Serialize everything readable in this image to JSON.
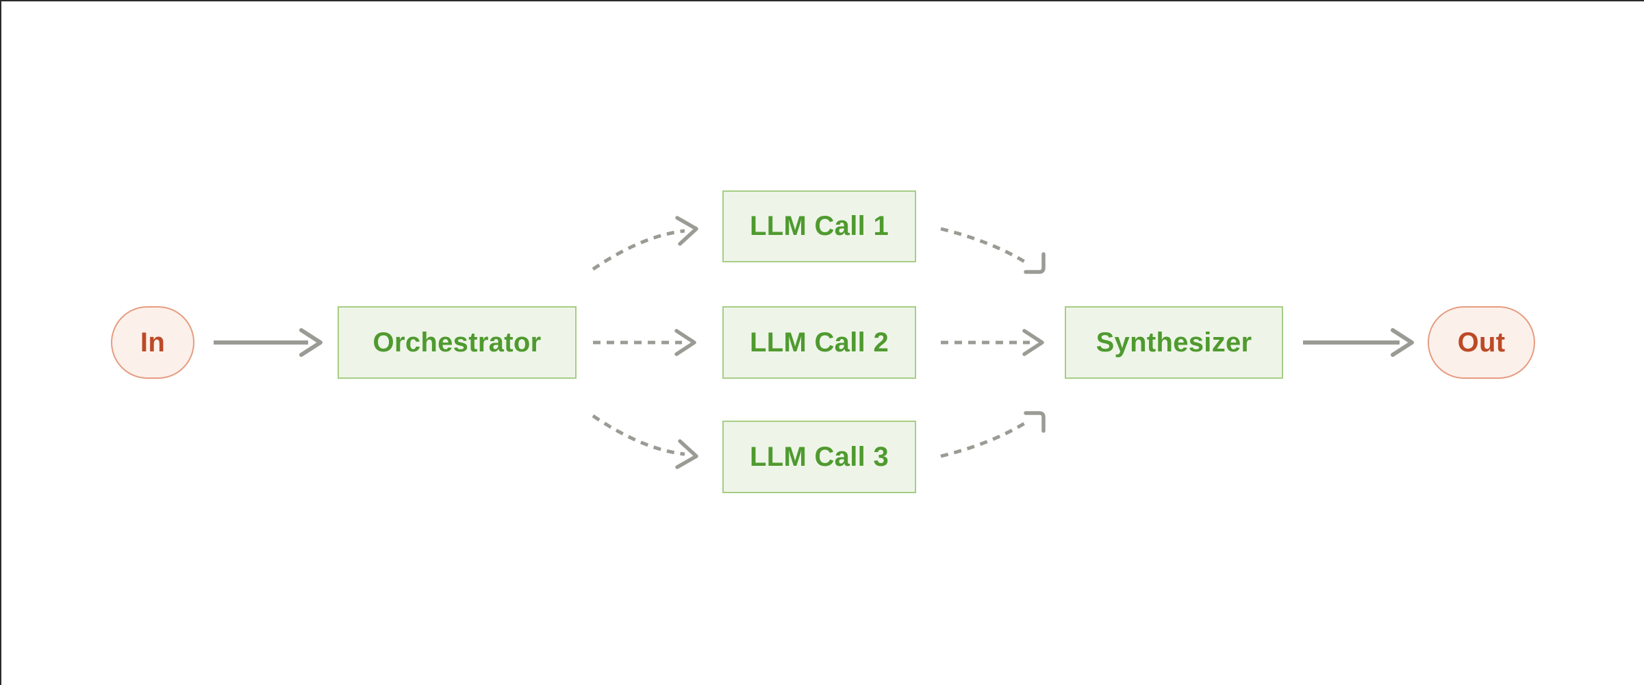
{
  "diagram": {
    "name": "orchestrator-workers-workflow",
    "background": "#ffffff",
    "colors": {
      "process_fill": "#eef5e8",
      "process_border": "#a6cd85",
      "process_text": "#4f9a2f",
      "terminal_fill": "#fcf0eb",
      "terminal_border": "#e69c80",
      "terminal_text": "#bc4a26",
      "arrow": "#9b9b95"
    },
    "nodes": {
      "in": {
        "label": "In",
        "type": "terminal"
      },
      "orchestrator": {
        "label": "Orchestrator",
        "type": "process"
      },
      "llm_call_1": {
        "label": "LLM Call 1",
        "type": "process"
      },
      "llm_call_2": {
        "label": "LLM Call 2",
        "type": "process"
      },
      "llm_call_3": {
        "label": "LLM Call 3",
        "type": "process"
      },
      "synthesizer": {
        "label": "Synthesizer",
        "type": "process"
      },
      "out": {
        "label": "Out",
        "type": "terminal"
      }
    },
    "edges": [
      {
        "from": "in",
        "to": "orchestrator",
        "style": "solid"
      },
      {
        "from": "orchestrator",
        "to": "llm_call_1",
        "style": "dashed-curved"
      },
      {
        "from": "orchestrator",
        "to": "llm_call_2",
        "style": "dashed-straight"
      },
      {
        "from": "orchestrator",
        "to": "llm_call_3",
        "style": "dashed-curved"
      },
      {
        "from": "llm_call_1",
        "to": "synthesizer",
        "style": "dashed-curved"
      },
      {
        "from": "llm_call_2",
        "to": "synthesizer",
        "style": "dashed-straight"
      },
      {
        "from": "llm_call_3",
        "to": "synthesizer",
        "style": "dashed-curved"
      },
      {
        "from": "synthesizer",
        "to": "out",
        "style": "solid"
      }
    ]
  }
}
